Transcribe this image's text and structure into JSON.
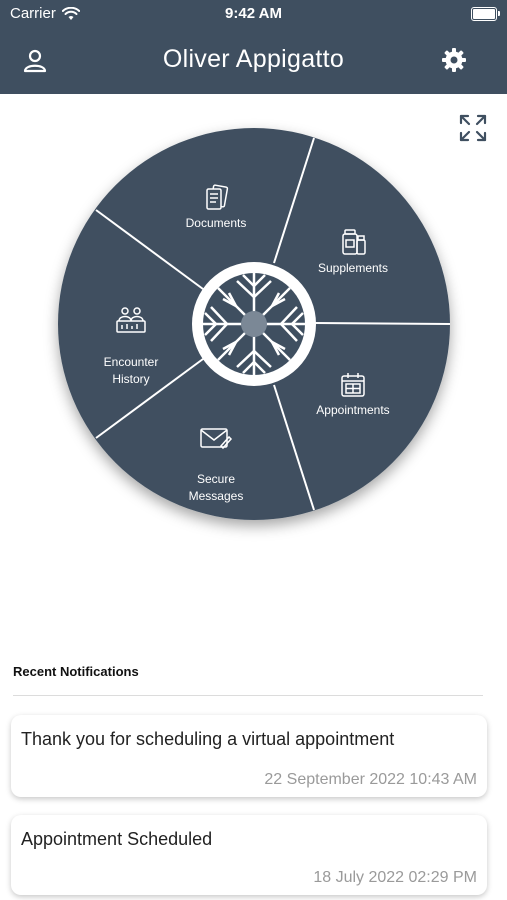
{
  "status_bar": {
    "carrier": "Carrier",
    "time": "9:42 AM"
  },
  "header": {
    "title": "Oliver Appigatto"
  },
  "icons": {
    "profile": "person-icon",
    "settings": "gear-icon",
    "expand": "expand-arrows-icon",
    "center": "snowflake-logo-icon"
  },
  "wheel": {
    "segments": [
      {
        "label": "Documents",
        "icon": "documents-icon"
      },
      {
        "label": "Supplements",
        "icon": "supplements-icon"
      },
      {
        "label": "Appointments",
        "icon": "calendar-icon"
      },
      {
        "label": "Secure\nMessages",
        "icon": "envelope-icon"
      },
      {
        "label": "Encounter\nHistory",
        "icon": "history-icon"
      }
    ]
  },
  "notifications": {
    "heading": "Recent Notifications",
    "items": [
      {
        "message": "Thank you for scheduling a virtual appointment",
        "date": "22 September 2022 10:43 AM"
      },
      {
        "message": "Appointment Scheduled",
        "date": "18 July 2022 02:29 PM"
      }
    ]
  },
  "colors": {
    "primary": "#3f4f60",
    "background": "#ffffff",
    "muted_text": "#9a9a9a"
  }
}
